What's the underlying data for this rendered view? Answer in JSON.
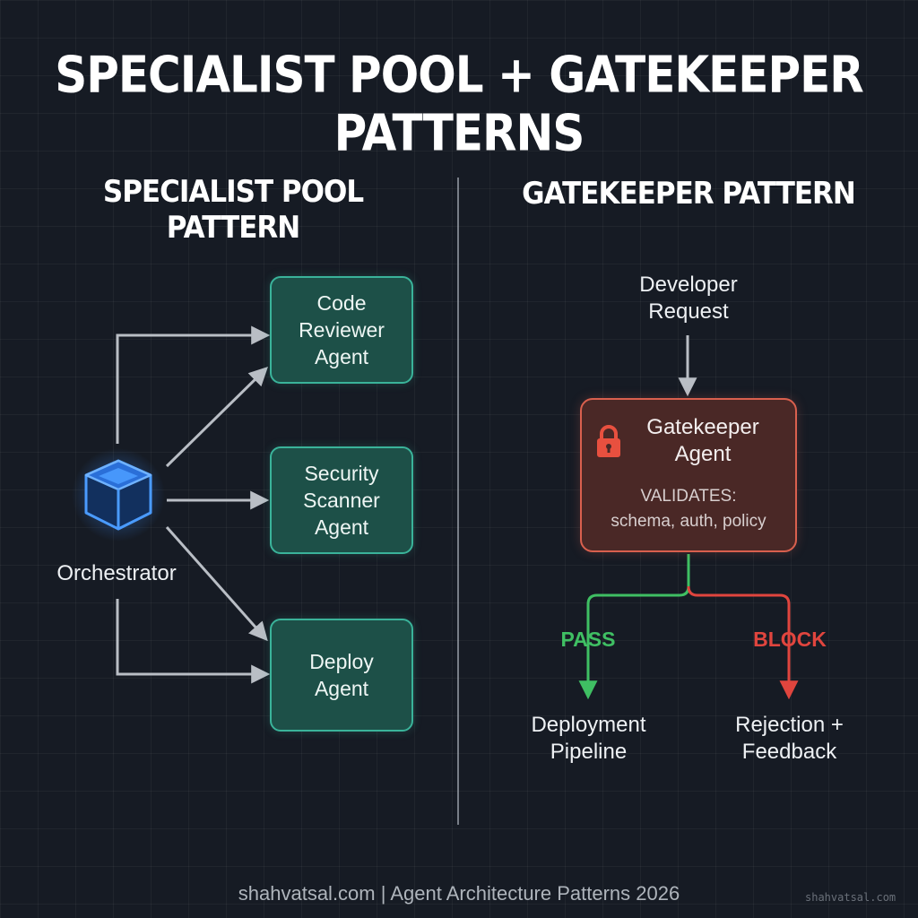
{
  "title": "SPECIALIST POOL + GATEKEEPER PATTERNS",
  "specialist_pool": {
    "heading": "SPECIALIST POOL PATTERN",
    "orchestrator_label": "Orchestrator",
    "orchestrator_icon": "cube-icon",
    "agents": [
      {
        "lines": [
          "Code",
          "Reviewer",
          "Agent"
        ]
      },
      {
        "lines": [
          "Security",
          "Scanner",
          "Agent"
        ]
      },
      {
        "lines": [
          "Deploy",
          "Agent"
        ]
      }
    ]
  },
  "gatekeeper": {
    "heading": "GATEKEEPER PATTERN",
    "request": [
      "Developer",
      "Request"
    ],
    "gate_title": [
      "Gatekeeper",
      "Agent"
    ],
    "gate_icon": "lock-icon",
    "validates_label": "VALIDATES:",
    "validates_items": "schema, auth, policy",
    "pass_label": "PASS",
    "block_label": "BLOCK",
    "pass_target": [
      "Deployment",
      "Pipeline"
    ],
    "block_target": [
      "Rejection +",
      "Feedback"
    ]
  },
  "colors": {
    "background": "#161b24",
    "agent_border": "#3ab39a",
    "agent_fill": "#1d5048",
    "gate_border": "#d9604e",
    "gate_fill": "#4a2826",
    "pass": "#3fbf63",
    "block": "#e0453e",
    "orchestrator": "#3a8dff"
  },
  "footer": "shahvatsal.com | Agent Architecture Patterns 2026",
  "watermark": "shahvatsal.com"
}
